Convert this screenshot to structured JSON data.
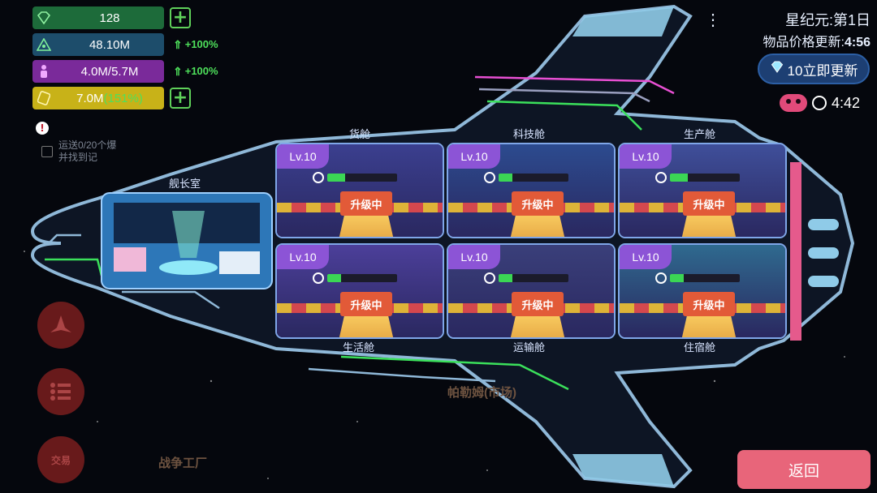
{
  "resources": {
    "gems": "128",
    "money": "48.10M",
    "population": "4.0M/5.7M",
    "energy": "7.0M",
    "energy_pct": "(151%)",
    "money_boost": "+100%",
    "population_boost": "+100%"
  },
  "quest": {
    "alert": "!",
    "line1": "运送0/20个",
    "line2": "并找到",
    "line1_tail": "爆",
    "line2_tail": "记"
  },
  "top_right": {
    "era": "星纪元:第1日",
    "price_refresh_label": "物品价格更新:",
    "price_refresh_time": "4:56",
    "refresh_button": "10立即更新",
    "event_timer": "4:42",
    "menu": "⋮"
  },
  "ship": {
    "captain_room": "舰长室",
    "rooms": [
      {
        "name": "货舱",
        "level": "Lv.10",
        "status": "升级中",
        "progress": 0.25,
        "bg": "#3b3f8f"
      },
      {
        "name": "科技舱",
        "level": "Lv.10",
        "status": "升级中",
        "progress": 0.2,
        "bg": "#2c4b8f"
      },
      {
        "name": "生产舱",
        "level": "Lv.10",
        "status": "升级中",
        "progress": 0.25,
        "bg": "#3f4f9a"
      },
      {
        "name": "生活舱",
        "level": "Lv.10",
        "status": "升级中",
        "progress": 0.2,
        "bg": "#4c3f9a"
      },
      {
        "name": "运输舱",
        "level": "Lv.10",
        "status": "升级中",
        "progress": 0.2,
        "bg": "#3a3f7a"
      },
      {
        "name": "住宿舱",
        "level": "Lv.10",
        "status": "升级中",
        "progress": 0.2,
        "bg": "#2f6a8f"
      }
    ]
  },
  "map_labels": {
    "market": "帕勒姆(市场)",
    "factory": "战争工厂"
  },
  "buttons": {
    "back": "返回",
    "trade": "交易"
  },
  "colors": {
    "gem_bar": "#1d6b3a",
    "money_bar": "#1d4d6b",
    "pop_bar": "#7a2a9a",
    "energy_bar": "#c8b218",
    "accent_green": "#4ee05b",
    "back_button": "#e8657a"
  }
}
